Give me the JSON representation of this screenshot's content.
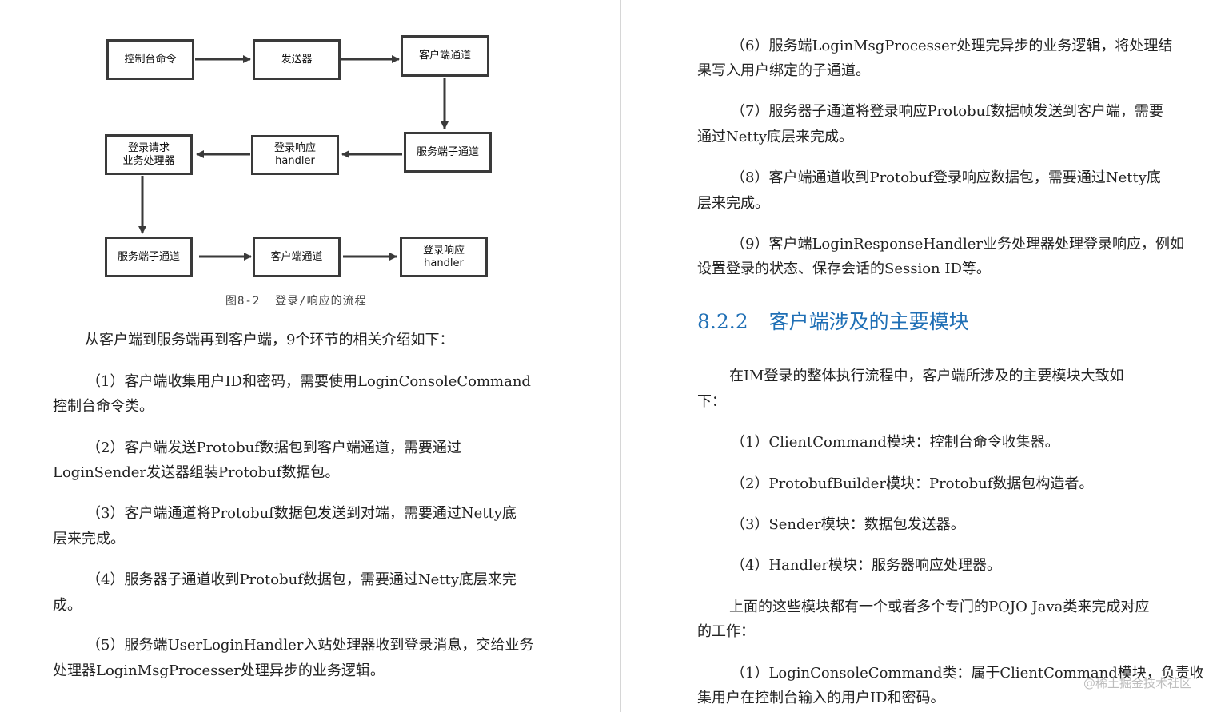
{
  "diagram": {
    "nodes": {
      "console_cmd": "控制台命令",
      "sender": "发送器",
      "client_channel_top": "客户端通道",
      "server_channel_right": "服务端子通道",
      "resp_handler_mid": "登录响应\nhandler",
      "login_processor": "登录请求\n业务处理器",
      "server_channel_bottom": "服务端子通道",
      "client_channel_bottom": "客户端通道",
      "resp_handler_bottom": "登录响应\nhandler"
    },
    "caption": "图8-2  登录/响应的流程"
  },
  "left_page": {
    "intro": "从客户端到服务端再到客户端，9个环节的相关介绍如下：",
    "steps": [
      {
        "line1": "（1）客户端收集用户ID和密码，需要使用LoginConsoleCommand",
        "line2": "控制台命令类。"
      },
      {
        "line1": "（2）客户端发送Protobuf数据包到客户端通道，需要通过",
        "line2": "LoginSender发送器组装Protobuf数据包。"
      },
      {
        "line1": "（3）客户端通道将Protobuf数据包发送到对端，需要通过Netty底",
        "line2": "层来完成。"
      },
      {
        "line1": "（4）服务器子通道收到Protobuf数据包，需要通过Netty底层来完",
        "line2": "成。"
      },
      {
        "line1": "（5）服务端UserLoginHandler入站处理器收到登录消息，交给业务",
        "line2": "处理器LoginMsgProcesser处理异步的业务逻辑。"
      }
    ]
  },
  "right_page": {
    "steps": [
      {
        "line1": "（6）服务端LoginMsgProcesser处理完异步的业务逻辑，将处理结",
        "line2": "果写入用户绑定的子通道。"
      },
      {
        "line1": "（7）服务器子通道将登录响应Protobuf数据帧发送到客户端，需要",
        "line2": "通过Netty底层来完成。"
      },
      {
        "line1": "（8）客户端通道收到Protobuf登录响应数据包，需要通过Netty底",
        "line2": "层来完成。"
      },
      {
        "line1": "（9）客户端LoginResponseHandler业务处理器处理登录响应，例如",
        "line2": "设置登录的状态、保存会话的Session ID等。"
      }
    ],
    "section_number": "8.2.2",
    "section_title": "客户端涉及的主要模块",
    "intro": {
      "line1": "在IM登录的整体执行流程中，客户端所涉及的主要模块大致如",
      "line2": "下："
    },
    "modules": [
      "（1）ClientCommand模块：控制台命令收集器。",
      "（2）ProtobufBuilder模块：Protobuf数据包构造者。",
      "（3）Sender模块：数据包发送器。",
      "（4）Handler模块：服务器响应处理器。"
    ],
    "pojo": {
      "line1": "上面的这些模块都有一个或者多个专门的POJO Java类来完成对应",
      "line2": "的工作："
    },
    "last": {
      "line1": "（1）LoginConsoleCommand类：属于ClientCommand模块，负责收",
      "line2": "集用户在控制台输入的用户ID和密码。"
    }
  },
  "watermark": "@稀土掘金技术社区"
}
